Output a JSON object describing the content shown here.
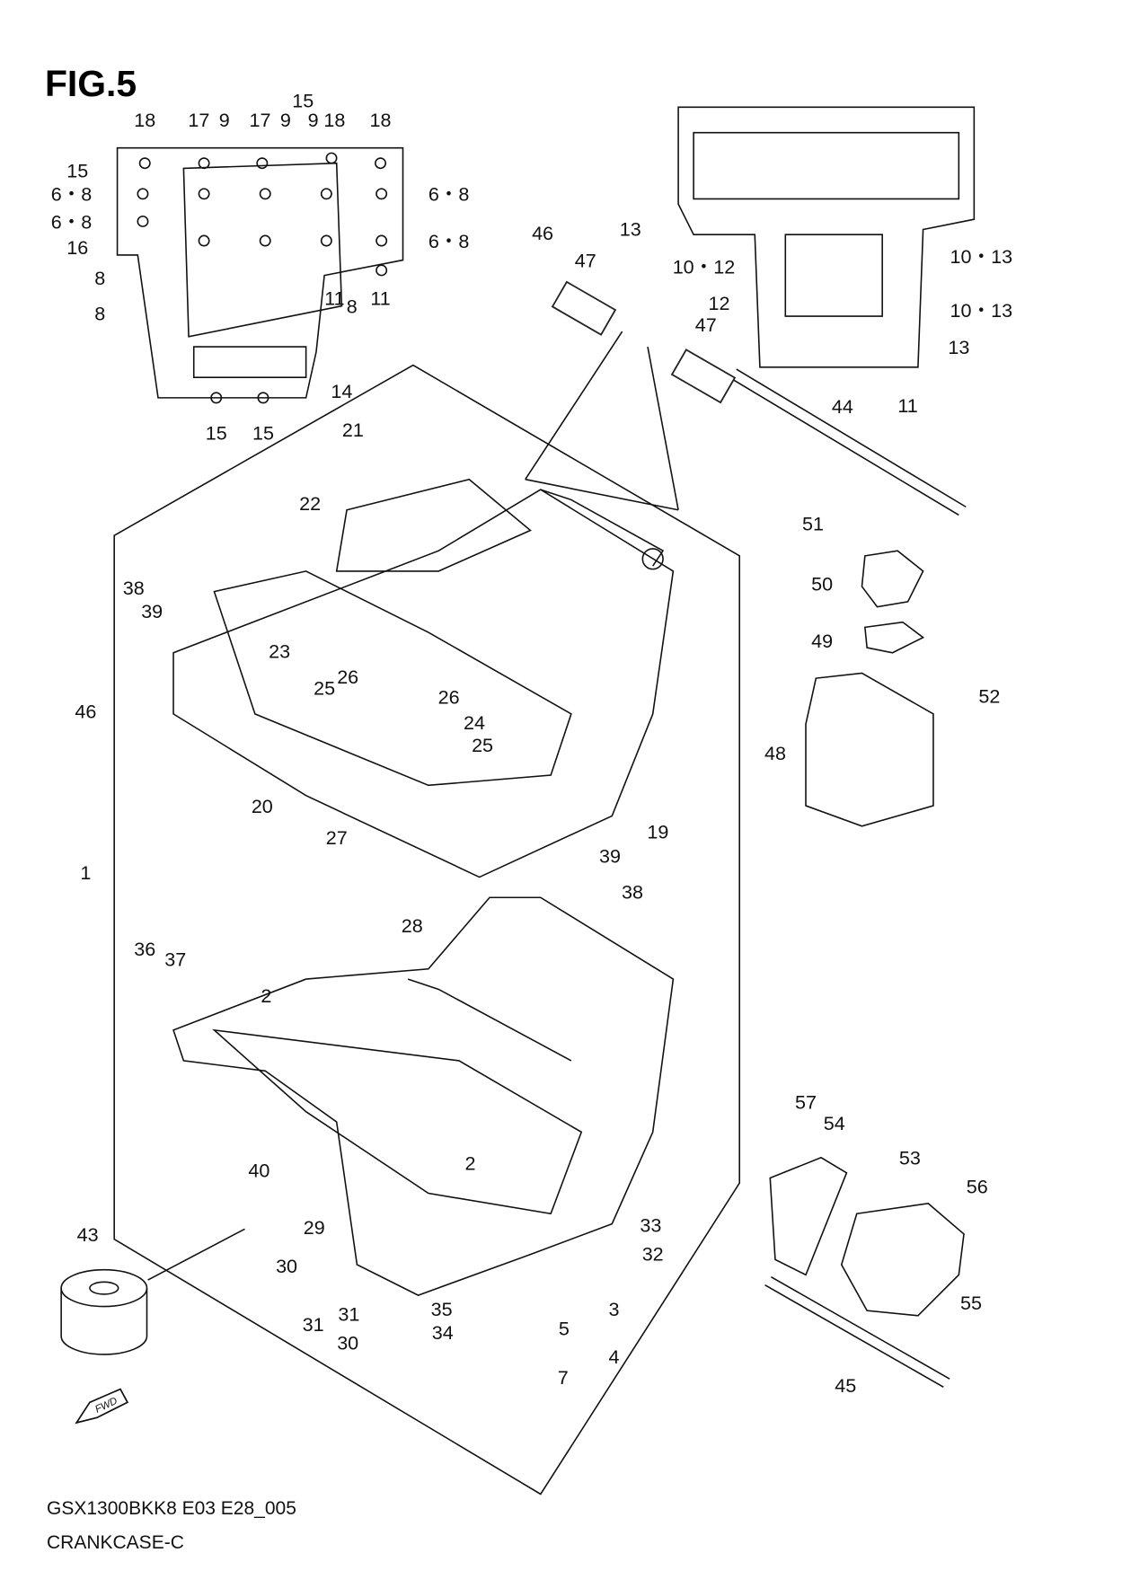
{
  "title": "FIG.5",
  "fwd_label": "FWD",
  "footer": {
    "code": "GSX1300BKK8 E03 E28_005",
    "name": "CRANKCASE-C"
  },
  "callouts": [
    "18",
    "17",
    "9",
    "17",
    "9",
    "15",
    "9",
    "18",
    "18",
    "15",
    "6・8",
    "6・8",
    "16",
    "8",
    "8",
    "6・8",
    "6・8",
    "11",
    "8",
    "11",
    "14",
    "15",
    "15",
    "13",
    "10・12",
    "12",
    "10・13",
    "10・13",
    "13",
    "11",
    "46",
    "47",
    "47",
    "44",
    "21",
    "22",
    "51",
    "50",
    "49",
    "52",
    "48",
    "38",
    "39",
    "23",
    "26",
    "25",
    "26",
    "24",
    "25",
    "46",
    "20",
    "19",
    "27",
    "39",
    "38",
    "1",
    "28",
    "36",
    "37",
    "2",
    "57",
    "54",
    "53",
    "56",
    "40",
    "2",
    "43",
    "29",
    "33",
    "32",
    "30",
    "3",
    "5",
    "31",
    "31",
    "35",
    "34",
    "30",
    "4",
    "7",
    "55",
    "45"
  ]
}
